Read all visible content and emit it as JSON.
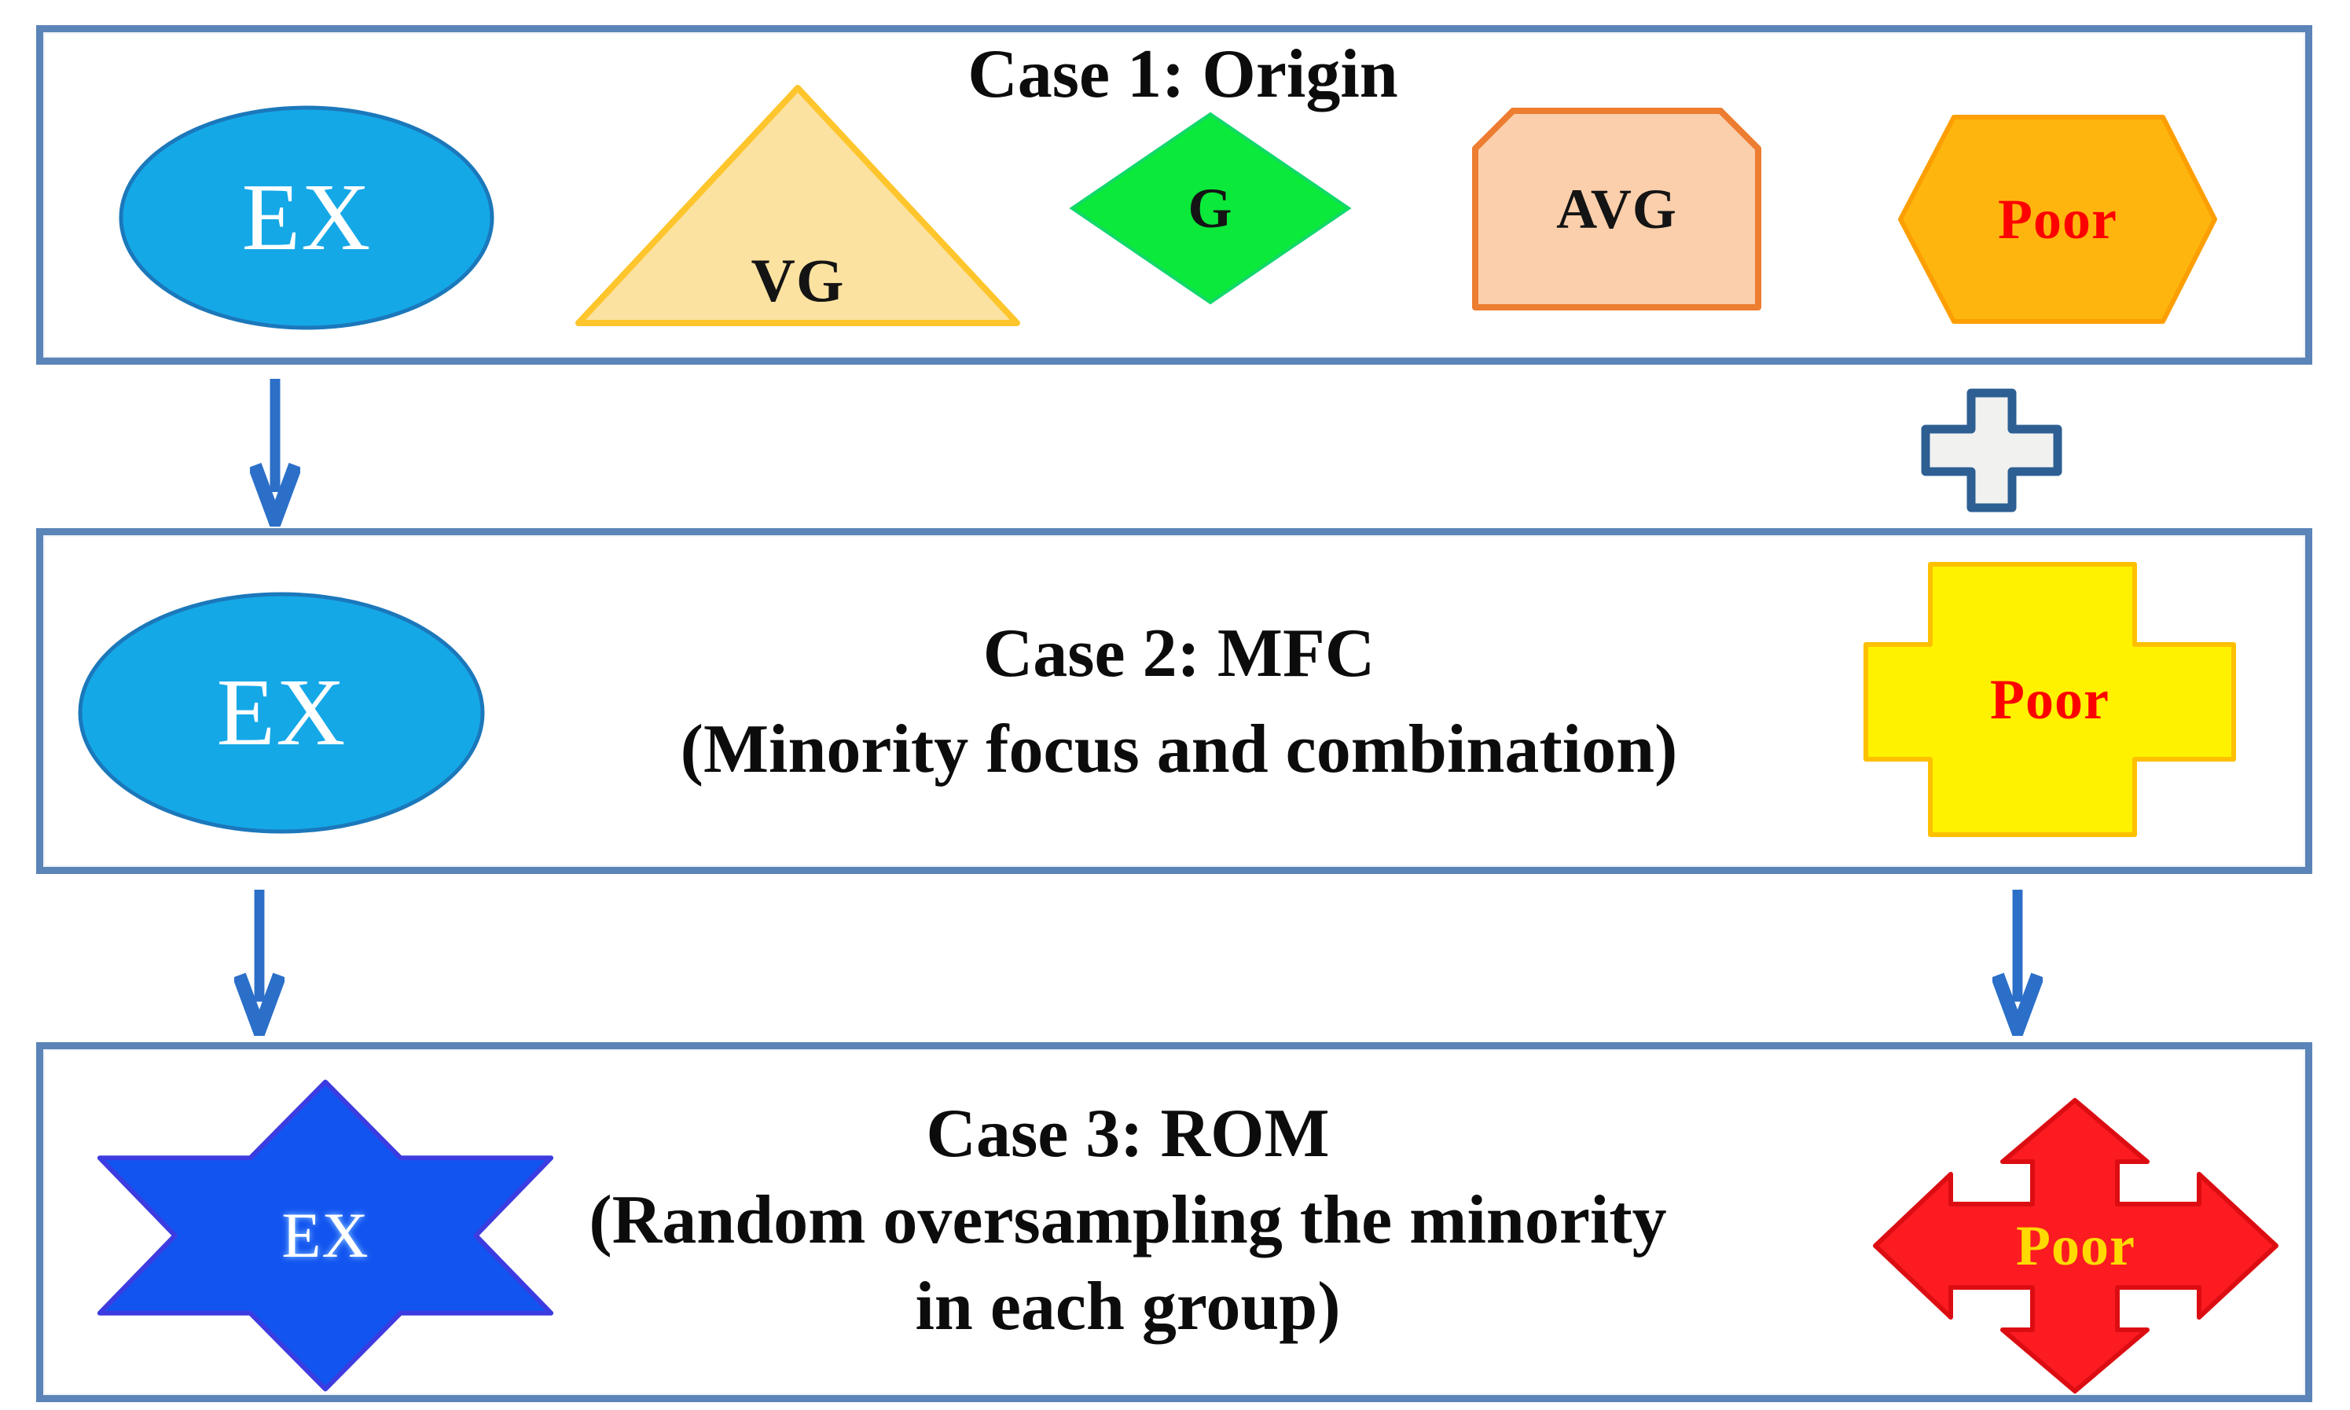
{
  "diagram": {
    "frame_color": "#5b84b8",
    "case1": {
      "title": "Case 1: Origin",
      "shapes": {
        "ex": {
          "label": "EX",
          "shape": "ellipse",
          "fill": "#15a8e7",
          "border": "#1b78bb",
          "label_color": "#ffffff"
        },
        "vg": {
          "label": "VG",
          "shape": "triangle",
          "fill": "#fbe2a1",
          "border": "#fec52c",
          "label_color": "#141414"
        },
        "g": {
          "label": "G",
          "shape": "diamond",
          "fill": "#0be93a",
          "border": "#12d86a",
          "label_color": "#141414"
        },
        "avg": {
          "label": "AVG",
          "shape": "clipped-rectangle",
          "fill": "#fbcfab",
          "border": "#ed7d31",
          "label_color": "#141414"
        },
        "poor": {
          "label": "Poor",
          "shape": "hexagon",
          "fill": "#feb60e",
          "border": "#fd9f02",
          "label_color": "#fe0000"
        }
      }
    },
    "case2": {
      "title": "Case 2: MFC",
      "subtitle": "(Minority focus and combination)",
      "shapes": {
        "ex": {
          "label": "EX",
          "shape": "ellipse",
          "fill": "#15a8e7",
          "border": "#1b78bb",
          "label_color": "#ffffff"
        },
        "poor": {
          "label": "Poor",
          "shape": "plus-cross",
          "fill": "#fff200",
          "border": "#fec000",
          "label_color": "#fe0000"
        }
      }
    },
    "case3": {
      "title": "Case 3: ROM",
      "subtitle_line1": "(Random oversampling the minority",
      "subtitle_line2": "in each group)",
      "shapes": {
        "ex": {
          "label": "EX",
          "shape": "six-point-star",
          "fill": "#1254f0",
          "border": "#3c3ce0",
          "label_color": "#ffffff"
        },
        "poor": {
          "label": "Poor",
          "shape": "four-way-arrow",
          "fill": "#fb1b21",
          "border": "#dc0d12",
          "label_color": "#ffd900"
        }
      }
    },
    "connectors": {
      "arrow_color": "#2b6fc8",
      "plus": {
        "fill": "#f1f1ef",
        "border": "#2d5f93"
      }
    }
  }
}
